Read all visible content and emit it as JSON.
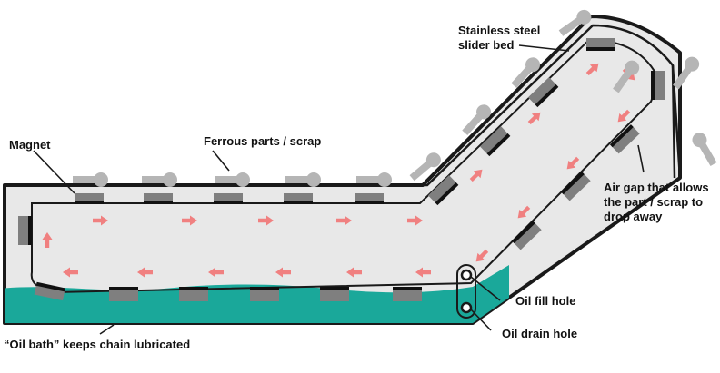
{
  "labels": {
    "stainless_line1": "Stainless steel",
    "stainless_line2": "slider bed",
    "magnet": "Magnet",
    "ferrous": "Ferrous parts / scrap",
    "air_gap_line1": "Air gap that allows",
    "air_gap_line2": "the part / scrap to",
    "air_gap_line3": "drop away",
    "oil_fill": "Oil fill hole",
    "oil_drain": "Oil drain hole",
    "oil_bath": "“Oil bath” keeps chain lubricated"
  },
  "colors": {
    "frame": "#1a1a1a",
    "bed_fill": "#e8e8e8",
    "oil": "#1aa89a",
    "magnet": "#7f7f7f",
    "arrow": "#f08080",
    "part": "#b5b5b5"
  },
  "icons": {
    "part": "bolt-icon",
    "arrow": "flow-arrow-icon"
  }
}
